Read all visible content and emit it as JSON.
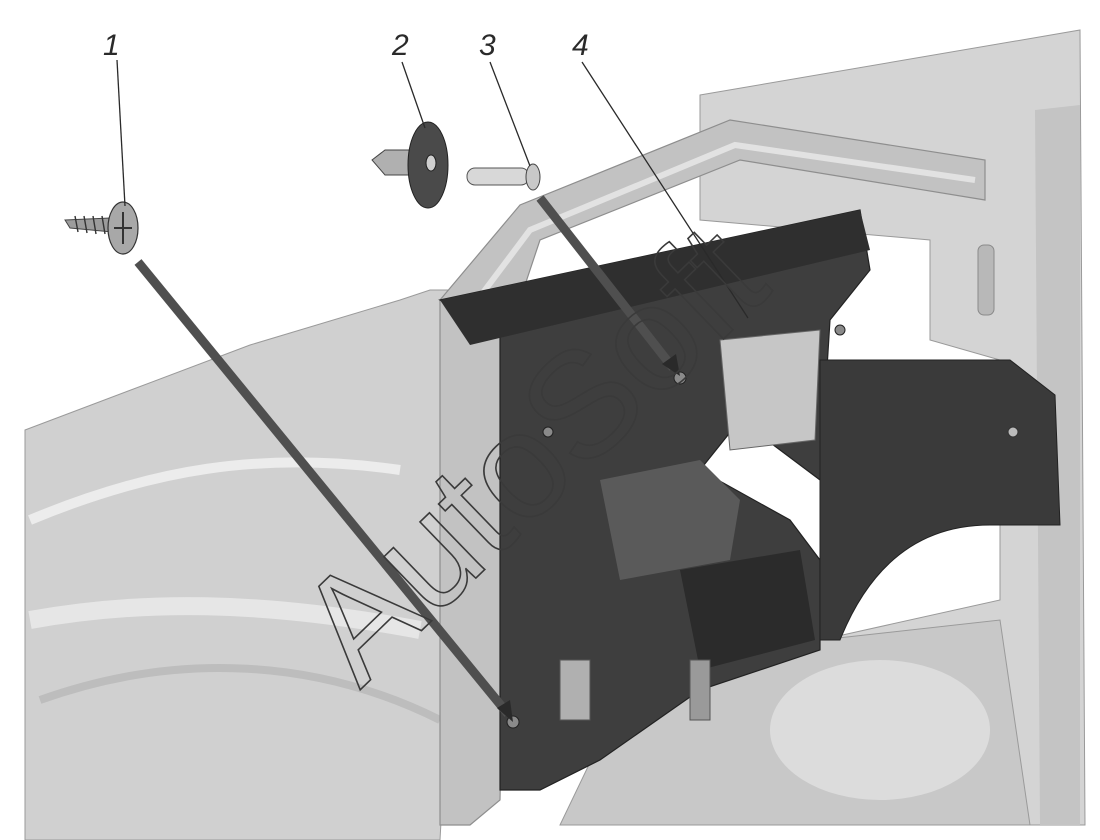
{
  "callouts": [
    {
      "label": "1",
      "part": "screw"
    },
    {
      "label": "2",
      "part": "rivet-body"
    },
    {
      "label": "3",
      "part": "rivet-pin"
    },
    {
      "label": "4",
      "part": "trim-panel"
    }
  ],
  "watermark": "AutoSoft",
  "colors": {
    "background": "#ffffff",
    "body_light": "#d2d2d2",
    "body_mid": "#b4b4b4",
    "panel_dark": "#3c3c3c",
    "arrow": "#4f4f4f",
    "line": "#2a2a2a"
  }
}
